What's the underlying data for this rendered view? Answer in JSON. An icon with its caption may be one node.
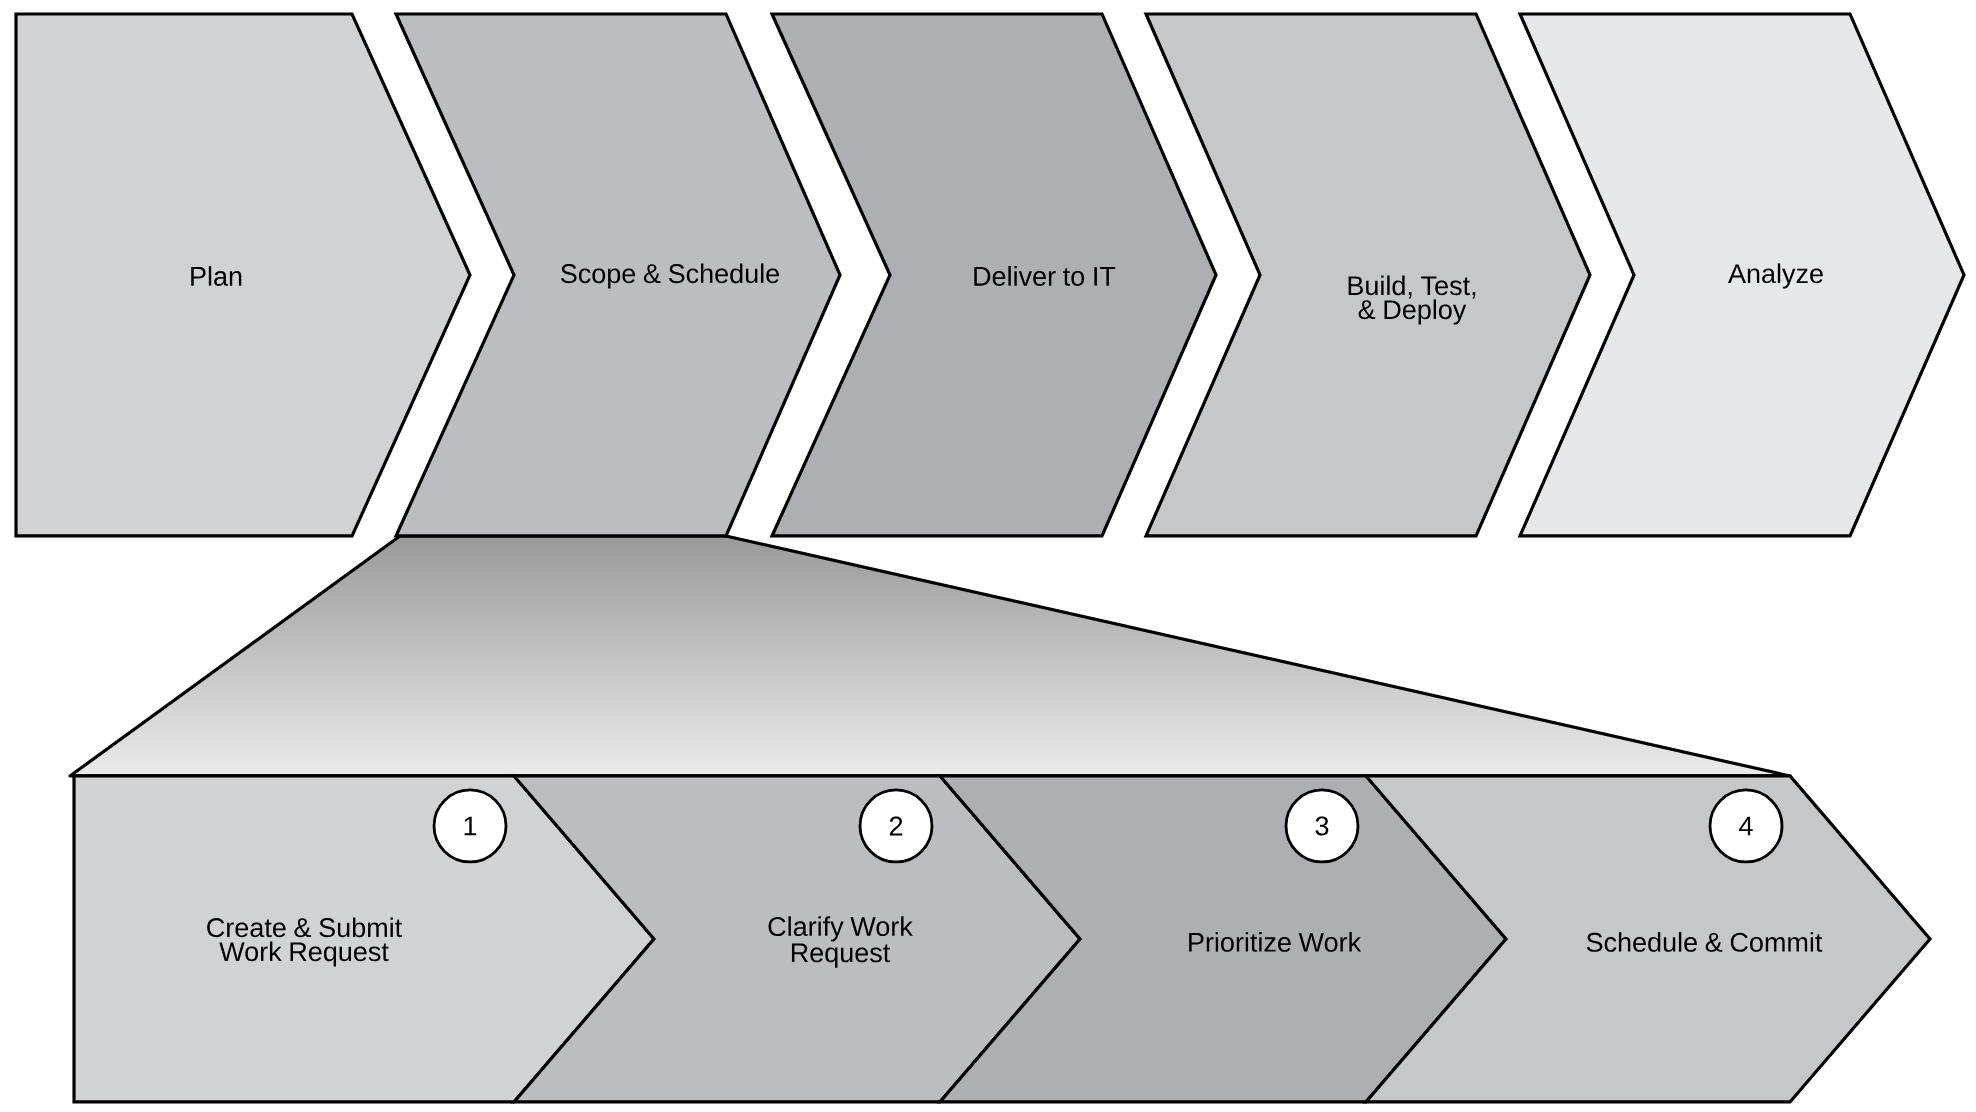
{
  "diagram": {
    "nodes": [
      {
        "text": [
          "Plan"
        ]
      },
      {
        "text": [
          "Scope & Schedule"
        ]
      },
      {
        "text": [
          "Deliver to IT"
        ]
      },
      {
        "text": [
          "Build, Test, & Deploy"
        ]
      },
      {
        "text": [
          "Analyze"
        ]
      },
      {
        "text": [
          "Create & Submit Work Request"
        ]
      },
      {
        "text": [
          "1"
        ],
        "in": 5
      },
      {
        "text": [
          "Clarify Work Request"
        ]
      },
      {
        "text": [
          "2"
        ],
        "in": 7
      },
      {
        "text": [
          "Prioritize Work"
        ]
      },
      {
        "text": [
          "3"
        ],
        "in": 9
      },
      {
        "text": [
          "Schedule & Commit"
        ]
      },
      {
        "text": [
          "4"
        ],
        "in": 11
      }
    ]
  }
}
